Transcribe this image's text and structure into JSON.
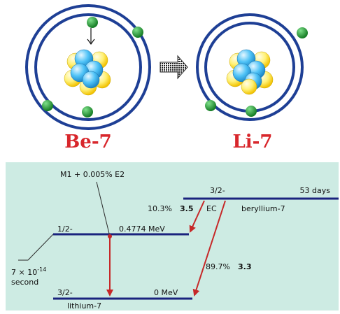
{
  "atoms": {
    "left_label": "Be-7",
    "right_label": "Li-7"
  },
  "diagram": {
    "be7_spin": "3/2-",
    "be7_halflife": "53 days",
    "be7_name": "beryllium-7",
    "branch1_percent": "10.3%",
    "branch1_logft": "3.5",
    "capture_mode": "EC",
    "branch2_percent": "89.7%",
    "branch2_logft": "3.3",
    "excited_spin": "1/2-",
    "excited_energy": "0.4774 MeV",
    "gamma_label": "M1 + 0.005% E2",
    "lifetime_value": "7 × 10",
    "lifetime_exp": "-14",
    "lifetime_unit": "second",
    "ground_spin": "3/2-",
    "ground_energy": "0 MeV",
    "li7_name": "lithium-7"
  },
  "colors": {
    "label_red": "#d8262b",
    "orbit_blue": "#1e3f95",
    "electron_green": "#1c8a2a",
    "panel_bg": "#cdebe3",
    "level_navy": "#1a237e",
    "arrow_red": "#c62828"
  }
}
